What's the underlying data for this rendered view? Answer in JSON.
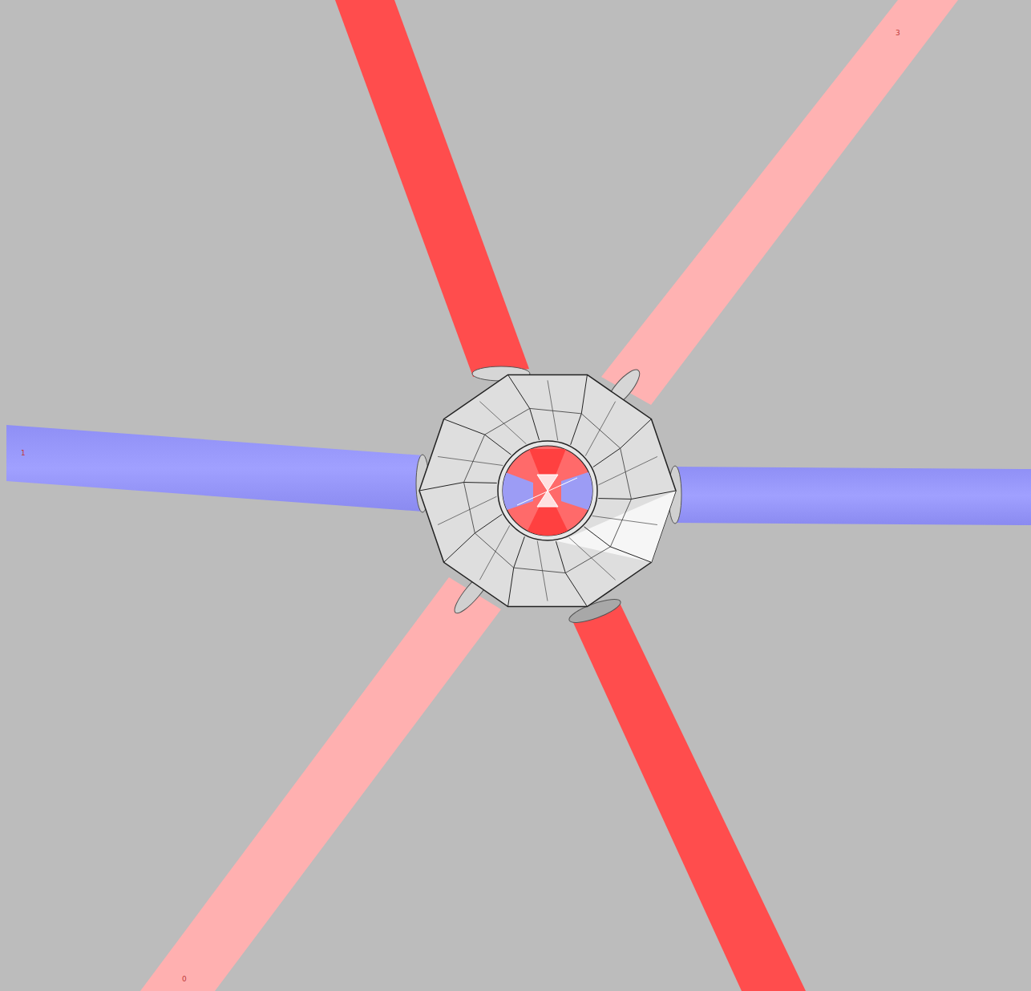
{
  "diagram": {
    "labels": [
      "1",
      "3",
      "0"
    ]
  }
}
